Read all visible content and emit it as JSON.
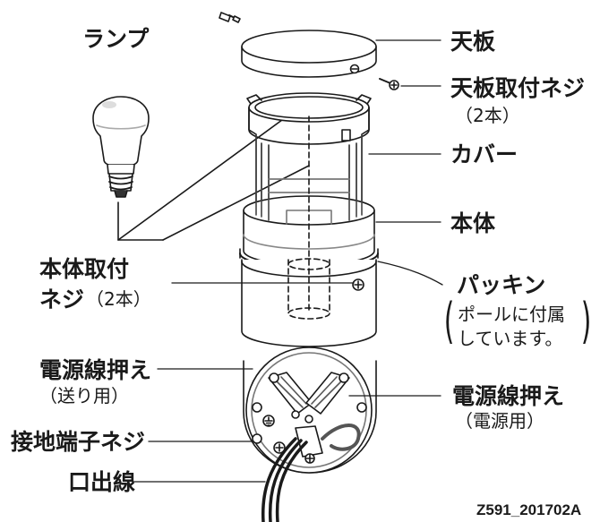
{
  "labels": {
    "lamp": "ランプ",
    "top_plate": "天板",
    "top_plate_screw": "天板取付ネジ",
    "top_plate_screw_qty": "（2本）",
    "cover": "カバー",
    "body": "本体",
    "body_screw_line1": "本体取付",
    "body_screw_line2": "ネジ",
    "body_screw_qty": "（2本）",
    "packing": "パッキン",
    "packing_note_line1": "ポールに付属",
    "packing_note_line2": "しています。",
    "cord_clamp_send": "電源線押え",
    "cord_clamp_send_note": "（送り用）",
    "cord_clamp_power": "電源線押え",
    "cord_clamp_power_note": "（電源用）",
    "ground_screw": "接地端子ネジ",
    "lead_wire": "口出線"
  },
  "figure_code": "Z591_201702A"
}
